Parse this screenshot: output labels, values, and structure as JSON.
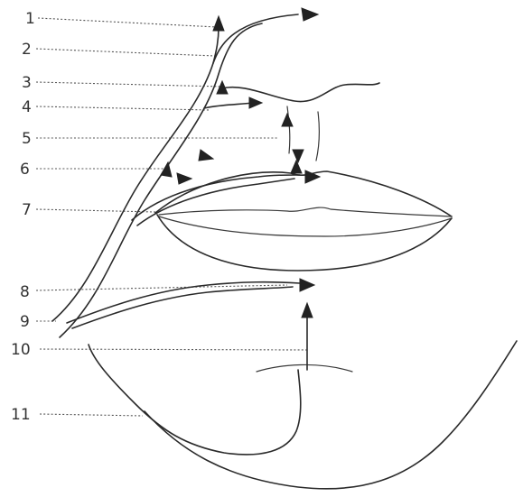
{
  "labels": [
    {
      "id": "1",
      "text": "1"
    },
    {
      "id": "2",
      "text": "2"
    },
    {
      "id": "3",
      "text": "3"
    },
    {
      "id": "4",
      "text": "4"
    },
    {
      "id": "5",
      "text": "5"
    },
    {
      "id": "6",
      "text": "6"
    },
    {
      "id": "7",
      "text": "7"
    },
    {
      "id": "8",
      "text": "8"
    },
    {
      "id": "9",
      "text": "9"
    },
    {
      "id": "10",
      "text": "10"
    },
    {
      "id": "11",
      "text": "11"
    }
  ],
  "colors": {
    "ink": "#2a2a2a",
    "background": "#ffffff"
  }
}
